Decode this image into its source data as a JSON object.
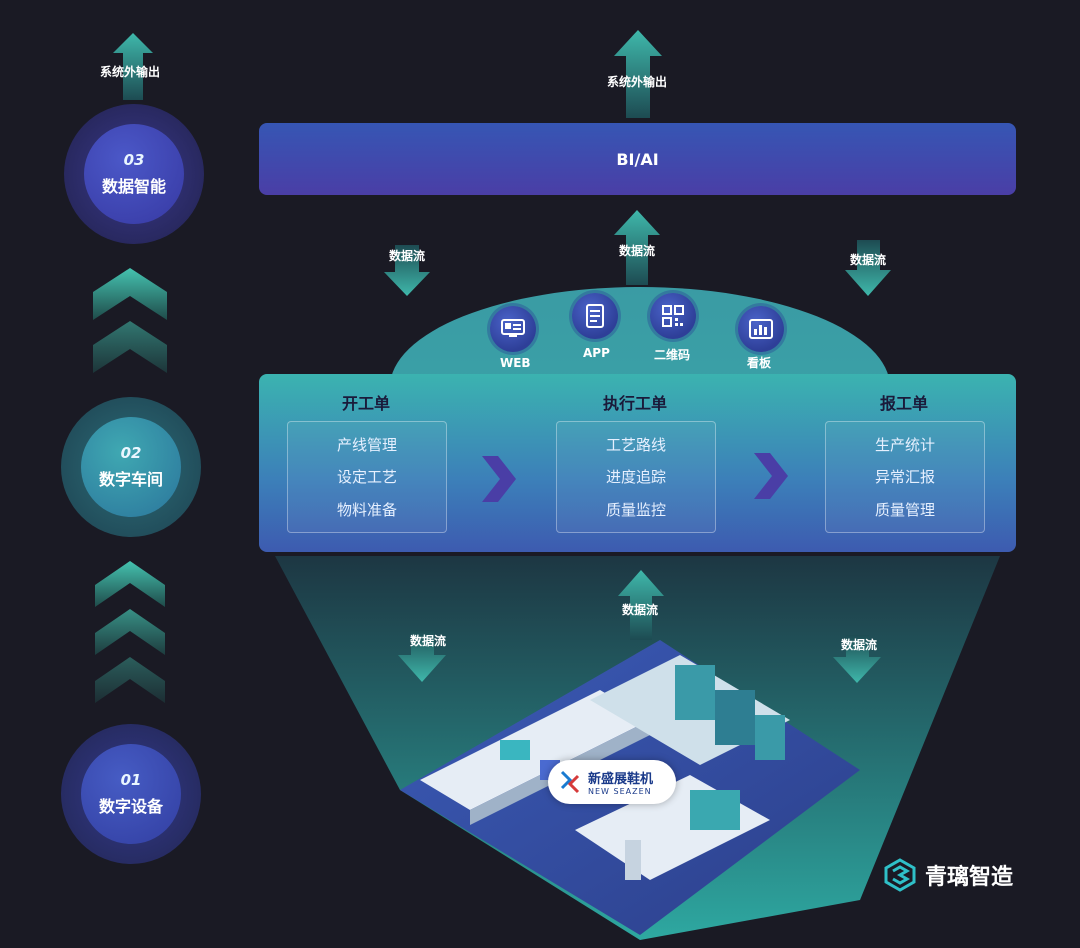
{
  "left_column": {
    "top_output_label": "系统外输出",
    "levels": [
      {
        "num": "03",
        "label": "数据智能"
      },
      {
        "num": "02",
        "label": "数字车间"
      },
      {
        "num": "01",
        "label": "数字设备"
      }
    ]
  },
  "top_output_label": "系统外输出",
  "bi_bar": {
    "label": "BI/AI"
  },
  "data_flow_label": "数据流",
  "channels": [
    {
      "label": "WEB",
      "icon": "monitor-icon"
    },
    {
      "label": "APP",
      "icon": "document-icon"
    },
    {
      "label": "二维码",
      "icon": "qrcode-icon"
    },
    {
      "label": "看板",
      "icon": "board-chart-icon"
    }
  ],
  "workflow": [
    {
      "title": "开工单",
      "items": [
        "产线管理",
        "设定工艺",
        "物料准备"
      ]
    },
    {
      "title": "执行工单",
      "items": [
        "工艺路线",
        "进度追踪",
        "质量监控"
      ]
    },
    {
      "title": "报工单",
      "items": [
        "生产统计",
        "异常汇报",
        "质量管理"
      ]
    }
  ],
  "factory": {
    "brand_cn": "新盛展鞋机",
    "brand_en": "NEW SEAZEN"
  },
  "brand": {
    "name": "青璃智造"
  },
  "colors": {
    "background": "#1a1a24",
    "teal": "#3bb3b0",
    "indigo": "#3d5bb0",
    "purple": "#4a3ea6"
  }
}
